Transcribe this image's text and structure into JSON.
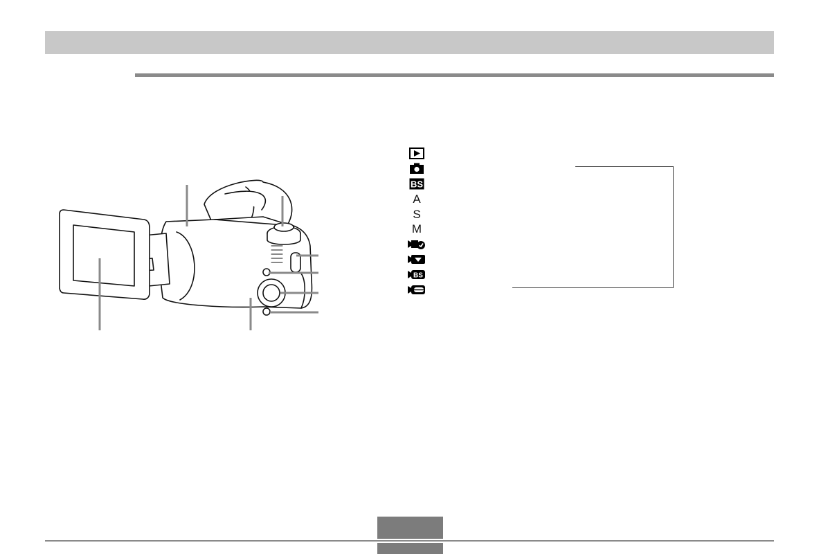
{
  "mode_dial": {
    "letters": {
      "a": "A",
      "s": "S",
      "m": "M"
    },
    "icons": [
      "playback-icon",
      "camera-icon",
      "best-shot-icon",
      "movie-icon",
      "movie-pan-icon",
      "movie-best-shot-icon",
      "movie-past-icon"
    ]
  },
  "colors": {
    "header_bar": "#c8c8c8",
    "rule": "#8a8a8a",
    "page_tab": "#7c7c7c"
  }
}
